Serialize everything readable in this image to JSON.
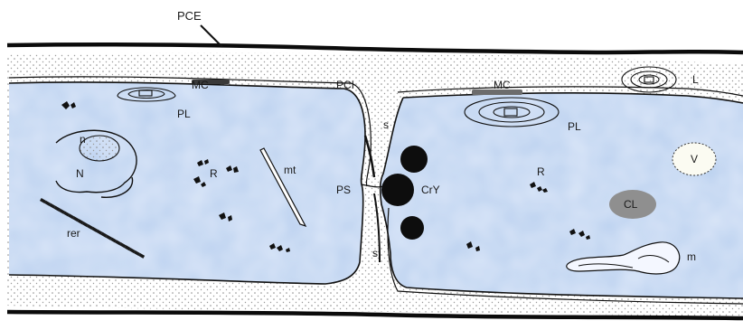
{
  "labels": {
    "pce": "PCE",
    "mc_left": "MC",
    "pci": "PCI",
    "mc_right": "MC",
    "l": "L",
    "pl_left": "PL",
    "pl_right": "PL",
    "n_small": "n",
    "n_big": "N",
    "r_left": "R",
    "mt": "mt",
    "rer": "rer",
    "s_top": "s",
    "ps": "PS",
    "cry": "CrY",
    "s_bottom": "s",
    "r_right": "R",
    "v": "V",
    "cl": "CL",
    "m": "m"
  },
  "colors": {
    "cytoplasm": "#bcd2f0",
    "membrane": "#111111",
    "lipid": "#8f8f8f",
    "vacuole": "#fbfbf2",
    "crystal": "#0d0d0d",
    "dots": "#8a8a8a"
  }
}
